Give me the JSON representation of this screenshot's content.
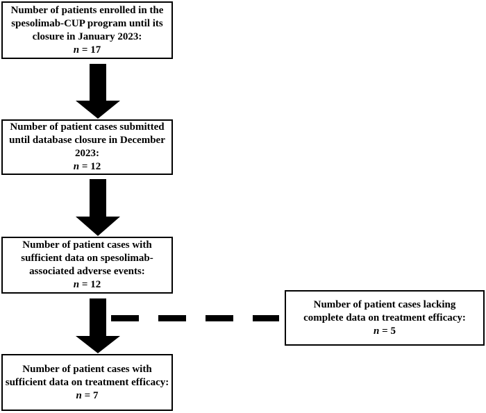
{
  "boxes": [
    {
      "id": "box1",
      "lines": [
        "Number of patients enrolled in the",
        "spesolimab-CUP program until its",
        "closure in January 2023:"
      ],
      "n_label": "n",
      "n_value": "= 17"
    },
    {
      "id": "box2",
      "lines": [
        "Number of patient cases submitted",
        "until database closure in December",
        "2023:"
      ],
      "n_label": "n",
      "n_value": "= 12"
    },
    {
      "id": "box3",
      "lines": [
        "Number of patient cases with",
        "sufficient data on spesolimab-",
        "associated adverse events:"
      ],
      "n_label": "n",
      "n_value": "= 12"
    },
    {
      "id": "box4",
      "lines": [
        "Number of patient cases lacking",
        "complete data on treatment efficacy:"
      ],
      "n_label": "n",
      "n_value": "= 5"
    },
    {
      "id": "box5",
      "lines": [
        "Number of patient cases with",
        "sufficient data on treatment efficacy:"
      ],
      "n_label": "n",
      "n_value": "= 7"
    }
  ],
  "colors": {
    "stroke": "#000000",
    "fill": "#000000",
    "background": "#ffffff"
  }
}
